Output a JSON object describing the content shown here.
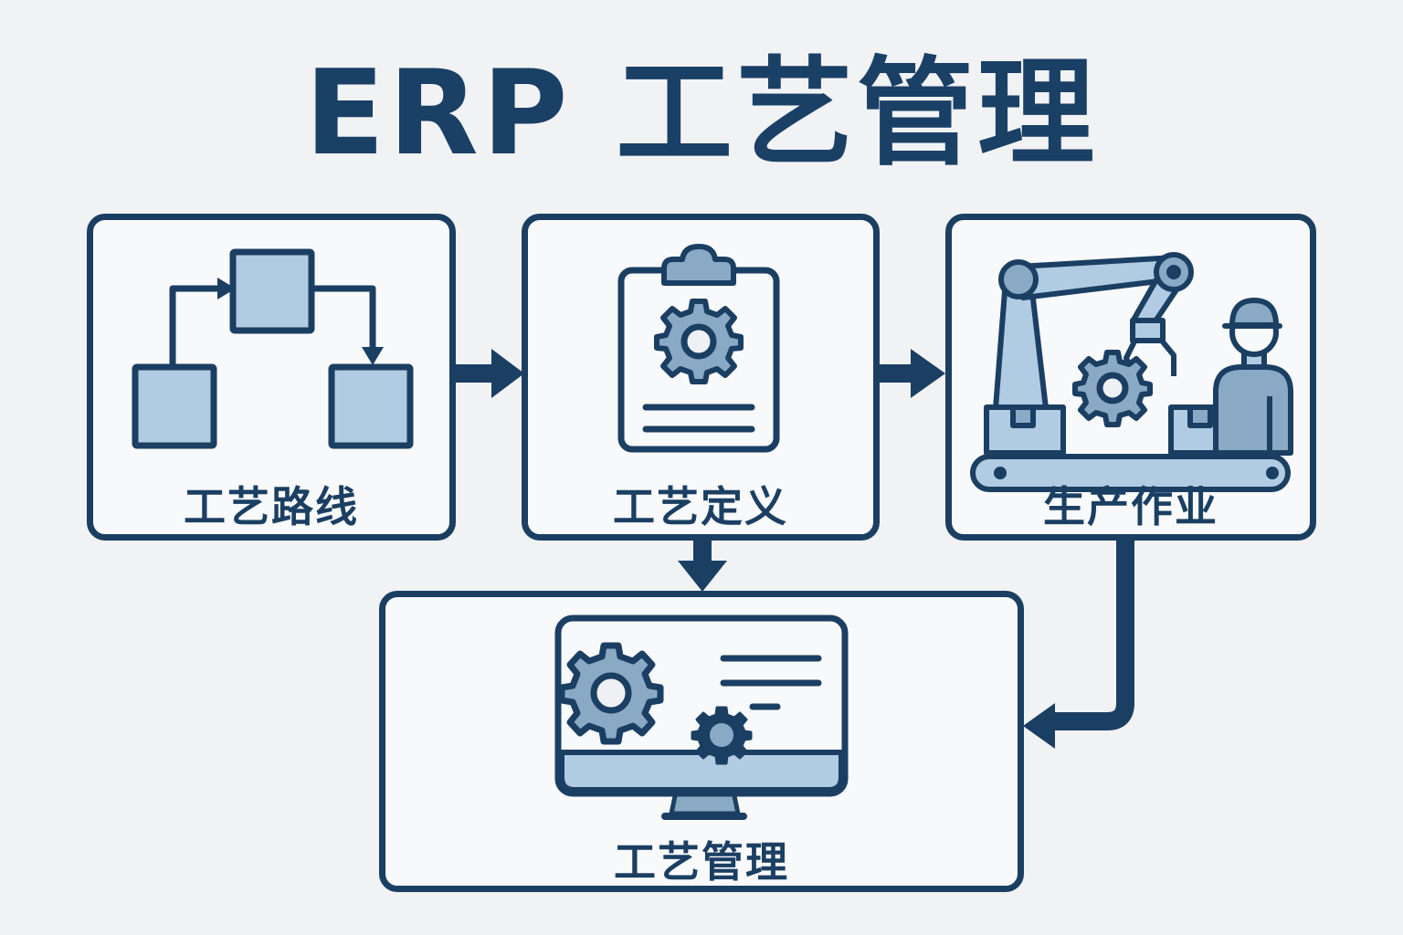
{
  "title": "ERP 工艺管理",
  "colors": {
    "primary": "#1b3f63",
    "fill_light": "#b0cbe2",
    "fill_mid": "#8aa9c4",
    "background": "#f1f2f4",
    "box_background": "#f8f9fa"
  },
  "nodes": [
    {
      "id": "route",
      "label": "工艺路线",
      "icon": "flowchart-icon"
    },
    {
      "id": "definition",
      "label": "工艺定义",
      "icon": "clipboard-gear-icon"
    },
    {
      "id": "production",
      "label": "生产作业",
      "icon": "robot-arm-worker-icon"
    },
    {
      "id": "management",
      "label": "工艺管理",
      "icon": "monitor-gears-icon"
    }
  ],
  "edges": [
    {
      "from": "route",
      "to": "definition"
    },
    {
      "from": "definition",
      "to": "production"
    },
    {
      "from": "definition",
      "to": "management"
    },
    {
      "from": "production",
      "to": "management"
    }
  ]
}
